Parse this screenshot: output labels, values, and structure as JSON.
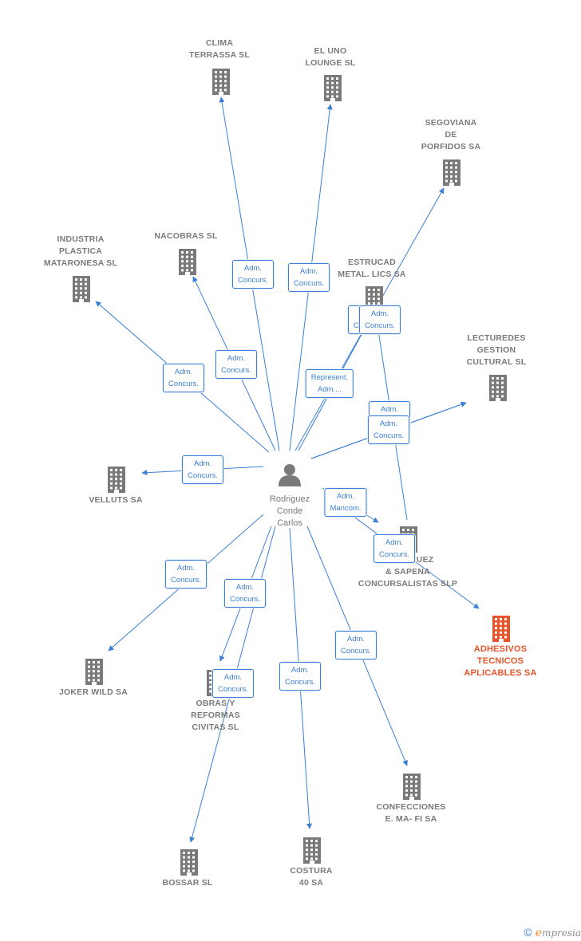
{
  "center": {
    "name": "Rodriguez\nConde\nCarlos"
  },
  "nodes": [
    {
      "id": "clima",
      "name": "CLIMA\nTERRASSA SL"
    },
    {
      "id": "eluno",
      "name": "EL UNO\nLOUNGE SL"
    },
    {
      "id": "segoviana",
      "name": "SEGOVIANA\nDE\nPORFIDOS SA"
    },
    {
      "id": "industria",
      "name": "INDUSTRIA\nPLASTICA\nMATARONESA SL"
    },
    {
      "id": "nacobras",
      "name": "NACOBRAS SL"
    },
    {
      "id": "estrucad",
      "name": "ESTRUCAD\nMETAL. LICS SA"
    },
    {
      "id": "lecturedes",
      "name": "LECTUREDES\nGESTION\nCULTURAL SL"
    },
    {
      "id": "velluts",
      "name": "VELLUTS SA"
    },
    {
      "id": "rodriguez",
      "name": "RODRIGUEZ\n& SAPENA\nCONCURSALISTAS SLP"
    },
    {
      "id": "adhesivos",
      "name": "ADHESIVOS\nTECNICOS\nAPLICABLES SA",
      "highlight": true
    },
    {
      "id": "joker",
      "name": "JOKER WILD SA"
    },
    {
      "id": "obras",
      "name": "OBRAS Y\nREFORMAS\nCIVITAS SL"
    },
    {
      "id": "confecciones",
      "name": "CONFECCIONES\nE. MA- FI SA"
    },
    {
      "id": "bossar",
      "name": "BOSSAR SL"
    },
    {
      "id": "costura",
      "name": "COSTURA\n40 SA"
    }
  ],
  "edges": [
    {
      "label": "Adm.\nConcurs."
    },
    {
      "label": "Adm.\nConcurs."
    },
    {
      "label": "Adm.\nConcurs."
    },
    {
      "label": "Adm.\nConcurs."
    },
    {
      "label": "Adm.\nConcurs."
    },
    {
      "label": "Represent.\nAdm...."
    },
    {
      "label": "Adm.\nConcurs."
    },
    {
      "label": "Adm.\nConcurs."
    },
    {
      "label": "Adm.\nConcurs."
    },
    {
      "label": "Adm.\nConcurs."
    },
    {
      "label": "Adm.\nMancom."
    },
    {
      "label": "Adm.\nConcurs."
    },
    {
      "label": "Adm.\nConcurs."
    },
    {
      "label": "Adm.\nConcurs."
    },
    {
      "label": "Adm.\nConcurs."
    },
    {
      "label": "Adm.\nConcurs."
    },
    {
      "label": "Adm.\nConcurs."
    }
  ],
  "footer": {
    "copyright": "©",
    "brand_initial": "e",
    "brand_rest": "mpresia"
  },
  "colors": {
    "edge": "#3a7fd5",
    "building": "#7a7a7a",
    "highlight": "#e8552b"
  }
}
